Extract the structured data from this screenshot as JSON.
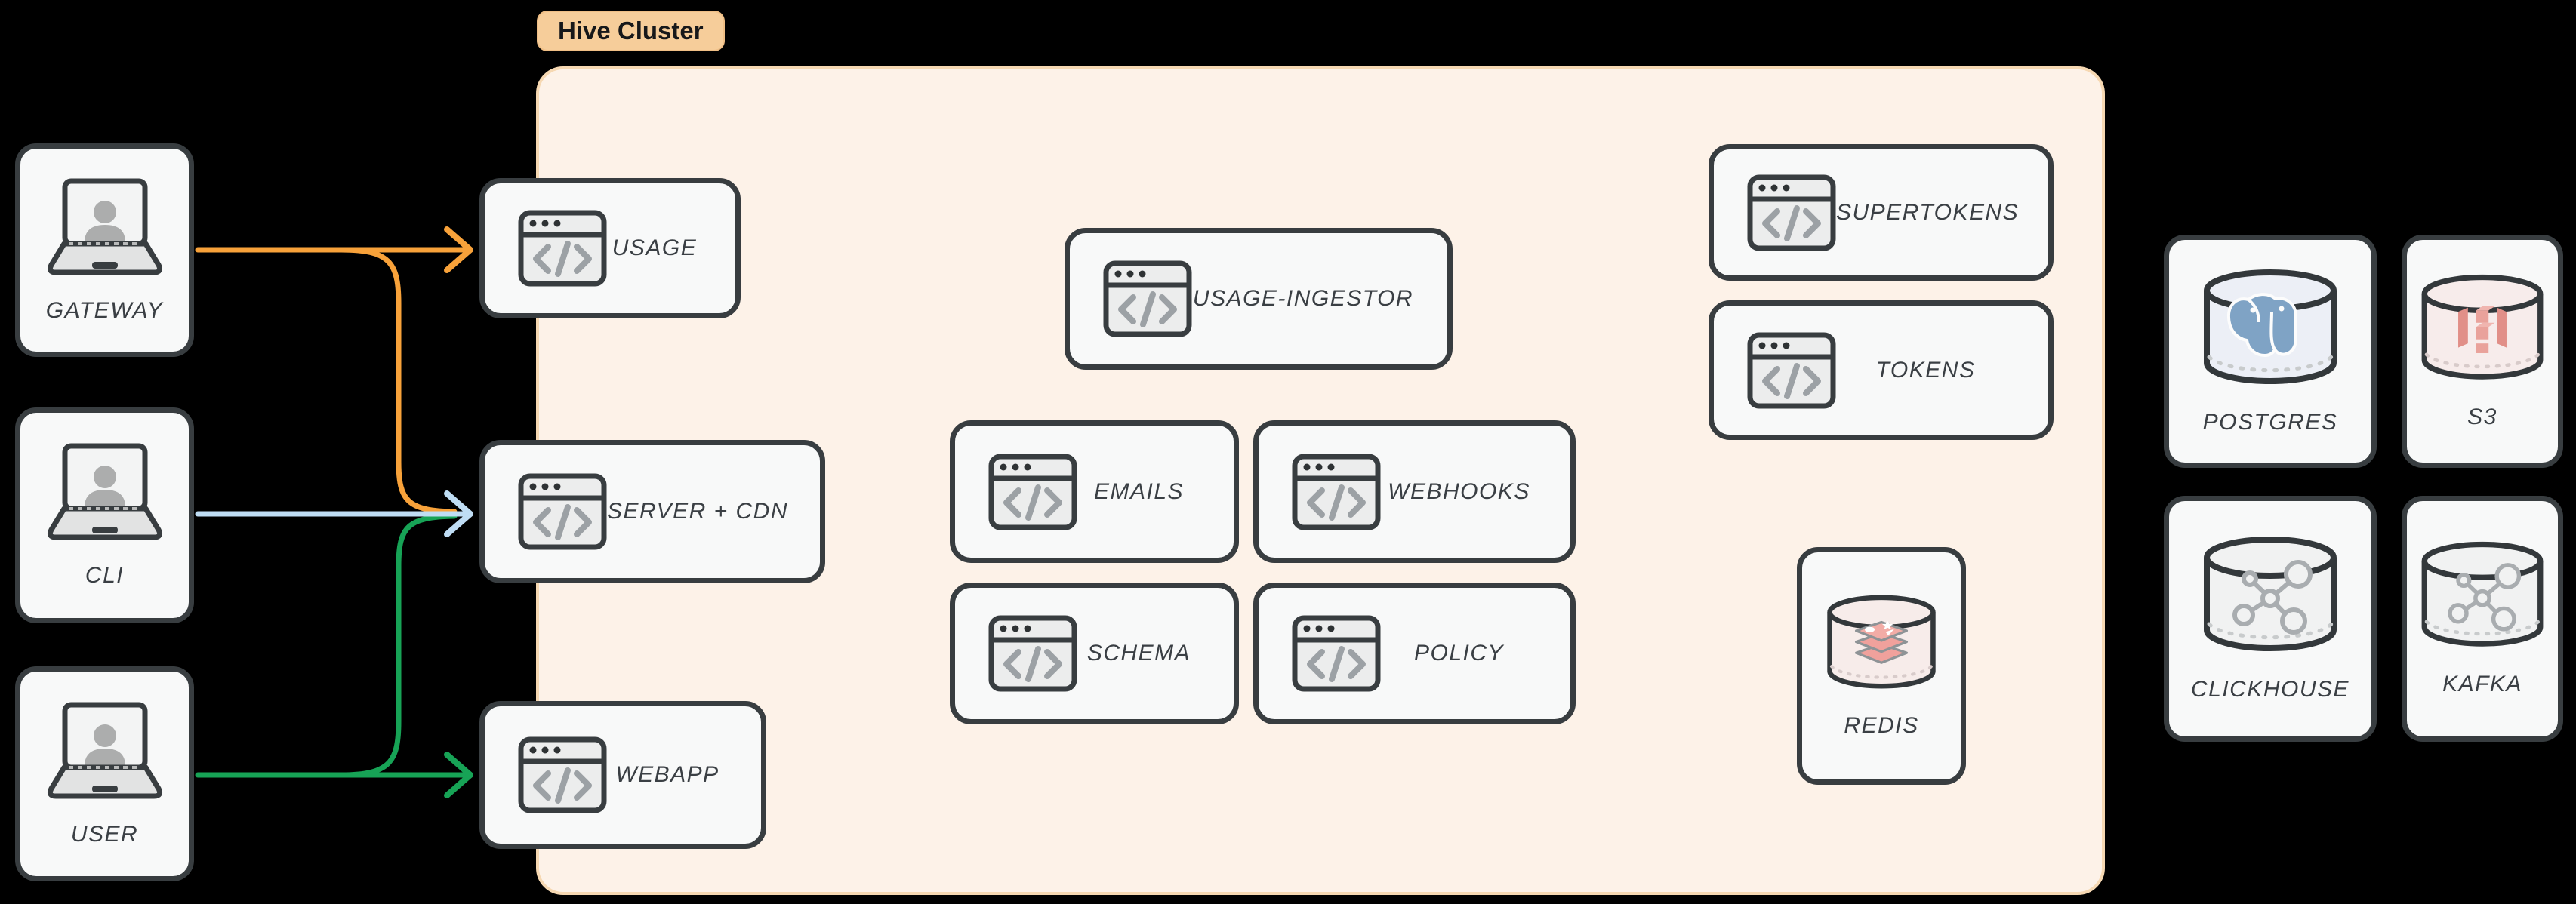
{
  "diagram": {
    "background": "#000000"
  },
  "cluster": {
    "label": "Hive Cluster",
    "badge_bg": "#F6CD9A",
    "bg": "#FDF2E8",
    "border": "#F6D8B2"
  },
  "clients": [
    {
      "label": "GATEWAY",
      "icon": "laptop-user"
    },
    {
      "label": "CLI",
      "icon": "laptop-user"
    },
    {
      "label": "USER",
      "icon": "laptop-user"
    }
  ],
  "services": {
    "usage": {
      "label": "USAGE",
      "icon": "browser-code"
    },
    "server_cdn": {
      "label": "SERVER + CDN",
      "icon": "browser-code"
    },
    "webapp": {
      "label": "WEBAPP",
      "icon": "browser-code"
    },
    "usage_ingestor": {
      "label": "USAGE-INGESTOR",
      "icon": "browser-code"
    },
    "emails": {
      "label": "EMAILS",
      "icon": "browser-code"
    },
    "webhooks": {
      "label": "WEBHOOKS",
      "icon": "browser-code"
    },
    "schema": {
      "label": "SCHEMA",
      "icon": "browser-code"
    },
    "policy": {
      "label": "POLICY",
      "icon": "browser-code"
    },
    "supertokens": {
      "label": "SUPERTOKENS",
      "icon": "browser-code"
    },
    "tokens": {
      "label": "TOKENS",
      "icon": "browser-code"
    }
  },
  "datastores": {
    "redis": {
      "label": "REDIS",
      "icon": "database-redis"
    },
    "postgres": {
      "label": "POSTGRES",
      "icon": "database-postgres"
    },
    "s3": {
      "label": "S3",
      "icon": "database-s3"
    },
    "clickhouse": {
      "label": "CLICKHOUSE",
      "icon": "database-molecule"
    },
    "kafka": {
      "label": "KAFKA",
      "icon": "database-molecule"
    }
  },
  "arrows": {
    "colors": {
      "orange": "#F8A23A",
      "blue": "#BFDDF4",
      "green": "#17A356"
    },
    "edges": [
      {
        "from": "GATEWAY",
        "to": "USAGE",
        "color": "orange"
      },
      {
        "from": "GATEWAY",
        "to": "SERVER + CDN",
        "color": "orange"
      },
      {
        "from": "CLI",
        "to": "SERVER + CDN",
        "color": "blue"
      },
      {
        "from": "USER",
        "to": "SERVER + CDN",
        "color": "green"
      },
      {
        "from": "USER",
        "to": "WEBAPP",
        "color": "green"
      }
    ]
  }
}
